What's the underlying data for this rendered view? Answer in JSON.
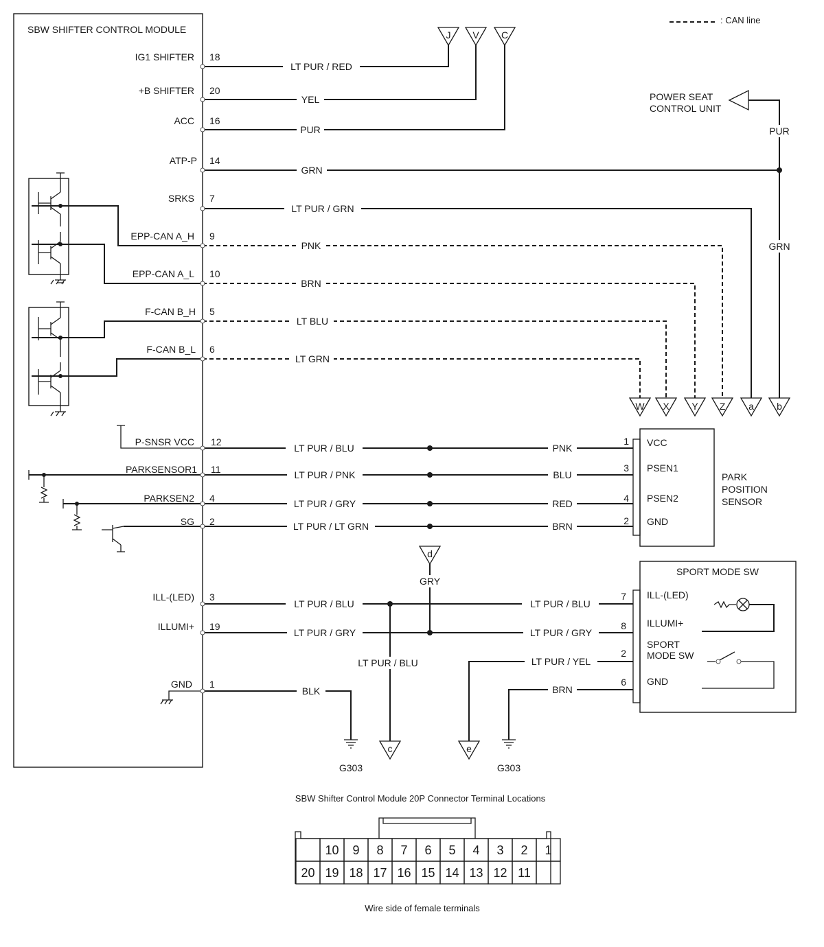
{
  "legend": {
    "can_line": ": CAN line"
  },
  "module": {
    "title": "SBW SHIFTER CONTROL MODULE",
    "pins": [
      {
        "name": "IG1 SHIFTER",
        "num": "18",
        "wire": "LT PUR / RED"
      },
      {
        "name": "+B SHIFTER",
        "num": "20",
        "wire": "YEL"
      },
      {
        "name": "ACC",
        "num": "16",
        "wire": "PUR"
      },
      {
        "name": "ATP-P",
        "num": "14",
        "wire": "GRN"
      },
      {
        "name": "SRKS",
        "num": "7",
        "wire": "LT PUR / GRN"
      },
      {
        "name": "EPP-CAN A_H",
        "num": "9",
        "wire": "PNK"
      },
      {
        "name": "EPP-CAN A_L",
        "num": "10",
        "wire": "BRN"
      },
      {
        "name": "F-CAN B_H",
        "num": "5",
        "wire": "LT BLU"
      },
      {
        "name": "F-CAN B_L",
        "num": "6",
        "wire": "LT GRN"
      },
      {
        "name": "P-SNSR VCC",
        "num": "12",
        "wire": "LT PUR / BLU",
        "wire2": "PNK"
      },
      {
        "name": "PARKSENSOR1",
        "num": "11",
        "wire": "LT PUR / PNK",
        "wire2": "BLU"
      },
      {
        "name": "PARKSEN2",
        "num": "4",
        "wire": "LT PUR / GRY",
        "wire2": "RED"
      },
      {
        "name": "SG",
        "num": "2",
        "wire": "LT PUR / LT GRN",
        "wire2": "BRN"
      },
      {
        "name": "ILL-(LED)",
        "num": "3",
        "wire": "LT PUR / BLU",
        "wire2": "LT PUR / BLU"
      },
      {
        "name": "ILLUMI+",
        "num": "19",
        "wire": "LT PUR / GRY",
        "wire2": "LT PUR / GRY"
      },
      {
        "name": "GND",
        "num": "1",
        "wire": "BLK"
      }
    ]
  },
  "connectors_top": [
    "J",
    "V",
    "C"
  ],
  "connectors_bottom": [
    "W",
    "X",
    "Y",
    "Z",
    "a",
    "b"
  ],
  "power_seat": {
    "line1": "POWER SEAT",
    "line2": "CONTROL UNIT",
    "wire_top": "PUR",
    "wire_mid": "GRN"
  },
  "park_sensor": {
    "title": [
      "PARK",
      "POSITION",
      "SENSOR"
    ],
    "pins": [
      {
        "num": "1",
        "name": "VCC"
      },
      {
        "num": "3",
        "name": "PSEN1"
      },
      {
        "num": "4",
        "name": "PSEN2"
      },
      {
        "num": "2",
        "name": "GND"
      }
    ]
  },
  "sport_sw": {
    "title": "SPORT MODE SW",
    "pins": [
      {
        "num": "7",
        "name": "ILL-(LED)"
      },
      {
        "num": "8",
        "name": "ILLUMI+"
      },
      {
        "num": "2",
        "name": "SPORT",
        "name2": "MODE SW"
      },
      {
        "num": "6",
        "name": "GND"
      }
    ],
    "wire_yel": "LT PUR / YEL",
    "wire_brn": "BRN"
  },
  "connector_d": {
    "label": "d",
    "wire": "GRY"
  },
  "connector_c": {
    "label": "c",
    "wire": "LT PUR / BLU"
  },
  "connector_e": {
    "label": "e"
  },
  "grounds": [
    "G303",
    "G303"
  ],
  "terminal_block": {
    "title": "SBW Shifter Control Module 20P Connector Terminal Locations",
    "row1": [
      "",
      "10",
      "9",
      "8",
      "7",
      "6",
      "5",
      "4",
      "3",
      "2",
      "1"
    ],
    "row2": [
      "20",
      "19",
      "18",
      "17",
      "16",
      "15",
      "14",
      "13",
      "12",
      "11",
      ""
    ],
    "caption": "Wire side of female terminals"
  }
}
